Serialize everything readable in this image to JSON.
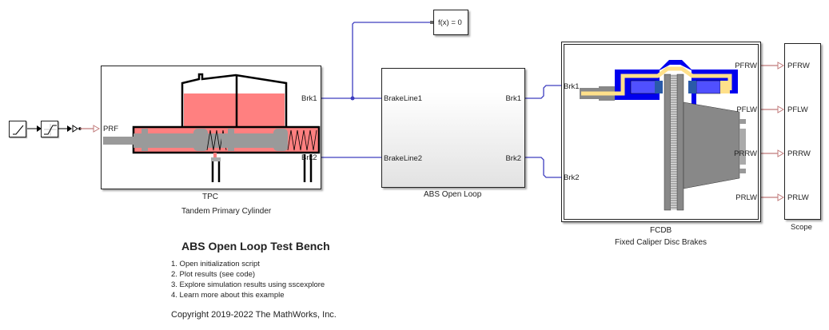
{
  "model": {
    "title": "ABS Open Loop Test Bench",
    "links": [
      "1.  Open initialization script",
      "2.  Plot results (see code)",
      "3.  Explore simulation results using sscexplore",
      "4.  Learn more about this example"
    ],
    "copyright": "Copyright 2019-2022 The MathWorks, Inc."
  },
  "blocks": {
    "ramp": {
      "icon": "ramp-icon"
    },
    "saturation": {
      "icon": "saturation-icon"
    },
    "tpc": {
      "name": "TPC",
      "description": "Tandem Primary Cylinder",
      "ports": {
        "in": "PRF",
        "out1": "Brk1",
        "out2": "Brk2"
      }
    },
    "solver": {
      "label": "f(x) = 0"
    },
    "abs": {
      "name": "ABS Open Loop",
      "ports": {
        "in1": "BrakeLine1",
        "in2": "BrakeLine2",
        "out1": "Brk1",
        "out2": "Brk2"
      }
    },
    "fcdb": {
      "name": "FCDB",
      "description": "Fixed Caliper Disc Brakes",
      "ports": {
        "in1": "Brk1",
        "in2": "Brk2",
        "out1": "PFRW",
        "out2": "PFLW",
        "out3": "PRRW",
        "out4": "PRLW"
      }
    },
    "scope": {
      "name": "Scope",
      "ports": [
        "PFRW",
        "PFLW",
        "PRRW",
        "PRLW"
      ]
    }
  },
  "colors": {
    "hydraulic_line": "#3d3dbf",
    "physical_signal": "#c07a7a",
    "fluid": "#ff8080",
    "piston": "#9a9a9a",
    "caliper_blue": "#0000ee",
    "pad_yellow": "#ffe08a"
  }
}
